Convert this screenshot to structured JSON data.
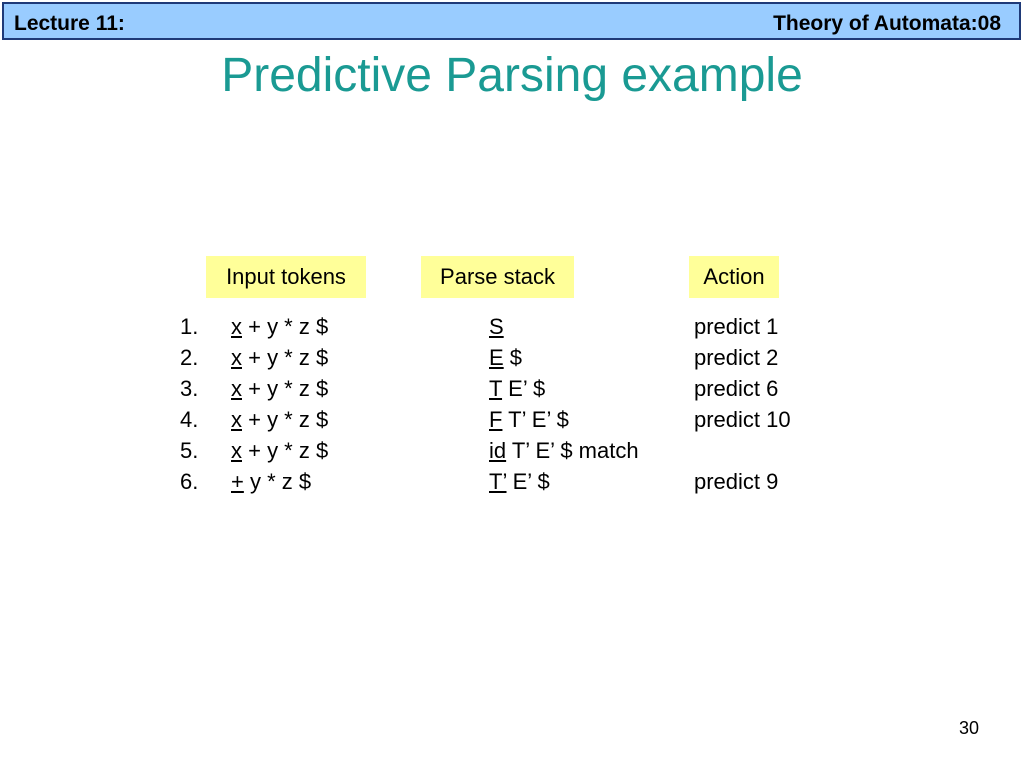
{
  "header": {
    "left": "Lecture 11:",
    "right": "Theory of Automata:08"
  },
  "title": "Predictive Parsing example",
  "columns": {
    "input": "Input tokens",
    "stack": "Parse stack",
    "action": "Action"
  },
  "rows": [
    {
      "num": "1.",
      "input_u": "x",
      "input_rest": " + y * z $",
      "stack_u": "S",
      "stack_rest": "",
      "action": "predict 1"
    },
    {
      "num": "2.",
      "input_u": "x",
      "input_rest": " + y * z $",
      "stack_u": "E",
      "stack_rest": " $",
      "action": "predict 2"
    },
    {
      "num": "3.",
      "input_u": "x",
      "input_rest": " + y * z $",
      "stack_u": "T",
      "stack_rest": " E’ $",
      "action": "predict 6"
    },
    {
      "num": "4.",
      "input_u": "x",
      "input_rest": " + y * z $",
      "stack_u": "F",
      "stack_rest": " T’ E’ $",
      "action": "predict 10"
    },
    {
      "num": "5.",
      "input_u": "x",
      "input_rest": " + y * z $",
      "stack_u": "id",
      "stack_rest": " T’ E’ $ match",
      "action": ""
    },
    {
      "num": "6.",
      "input_u": "+",
      "input_rest": " y * z $",
      "stack_u": "T’",
      "stack_rest": " E’ $",
      "action": "predict 9"
    }
  ],
  "page_number": "30"
}
